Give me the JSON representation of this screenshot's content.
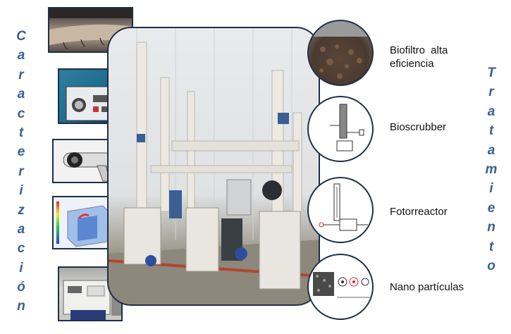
{
  "left_word": [
    "C",
    "a",
    "r",
    "a",
    "c",
    "t",
    "e",
    "r",
    "i",
    "z",
    "a",
    "c",
    "i",
    "ó",
    "n"
  ],
  "right_word": [
    "T",
    "r",
    "a",
    "t",
    "a",
    "m",
    "i",
    "e",
    "n",
    "t",
    "o"
  ],
  "treatments": [
    {
      "label": "Biofiltro alta eficiencia"
    },
    {
      "label": "Bioscrubber"
    },
    {
      "label": "Fotorreactor"
    },
    {
      "label": "Nano partículas"
    }
  ],
  "colors": {
    "accent_text": "#3a5f93",
    "border": "#1f2f46"
  }
}
